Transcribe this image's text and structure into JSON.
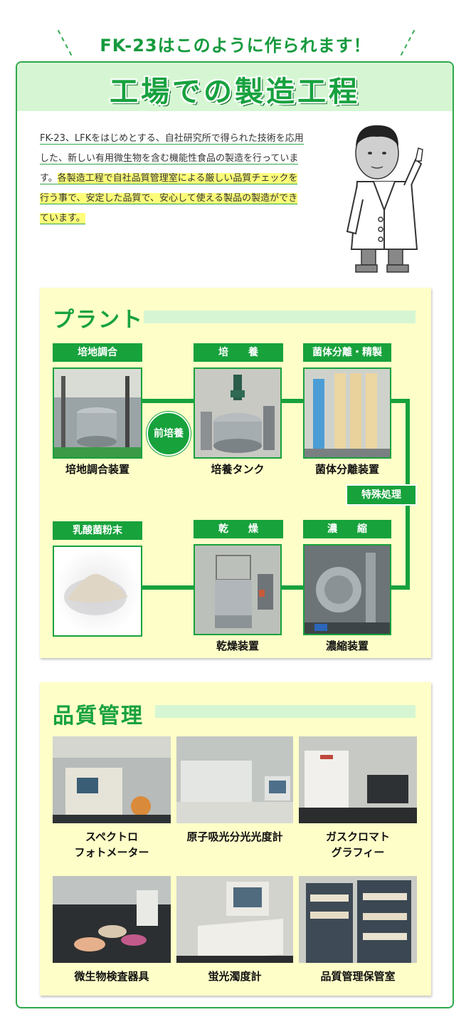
{
  "header": {
    "headline": "FK-23はこのように作られます！",
    "section_title": "工場での製造工程"
  },
  "intro": {
    "lines": [
      {
        "parts": [
          {
            "text": "FK-23、LFKをはじめとする、自社研究所で得られた技術を応用",
            "hl": false
          }
        ]
      },
      {
        "parts": [
          {
            "text": "した、新しい有用微生物を含む機能性食品の製造を行っていま",
            "hl": false
          }
        ]
      },
      {
        "parts": [
          {
            "text": "す。",
            "hl": false
          },
          {
            "text": "各製造工程で自社品質管理室による厳しい品質チェックを",
            "hl": true
          }
        ]
      },
      {
        "parts": [
          {
            "text": "行う事で、安定した品質で、安心して使える製品の製造ができ",
            "hl": true
          }
        ]
      },
      {
        "parts": [
          {
            "text": "ています。",
            "hl": true
          }
        ]
      }
    ]
  },
  "plant": {
    "title": "プラント",
    "steps": [
      {
        "label": "培地調合",
        "caption": "培地調合装置"
      },
      {
        "label": "培　　養",
        "caption": "培養タンク"
      },
      {
        "label": "菌体分離・精製",
        "caption": "菌体分離装置"
      },
      {
        "label": "濃　　縮",
        "caption": "濃縮装置"
      },
      {
        "label": "乾　　燥",
        "caption": "乾燥装置"
      },
      {
        "label": "乳酸菌粉末",
        "caption": ""
      }
    ],
    "preculture": "前培養",
    "special": "特殊処理"
  },
  "quality": {
    "title": "品質管理",
    "items": [
      {
        "line1": "スペクトロ",
        "line2": "フォトメーター"
      },
      {
        "line1": "原子吸光分光光度計",
        "line2": ""
      },
      {
        "line1": "ガスクロマト",
        "line2": "グラフィー"
      },
      {
        "line1": "微生物検査器具",
        "line2": ""
      },
      {
        "line1": "蛍光濁度計",
        "line2": ""
      },
      {
        "line1": "品質管理保管室",
        "line2": ""
      }
    ]
  },
  "colors": {
    "green": "#17a23c",
    "light_green": "#d6f6d3",
    "panel_yellow": "#fefec8",
    "highlight": "#fdfd7a"
  }
}
